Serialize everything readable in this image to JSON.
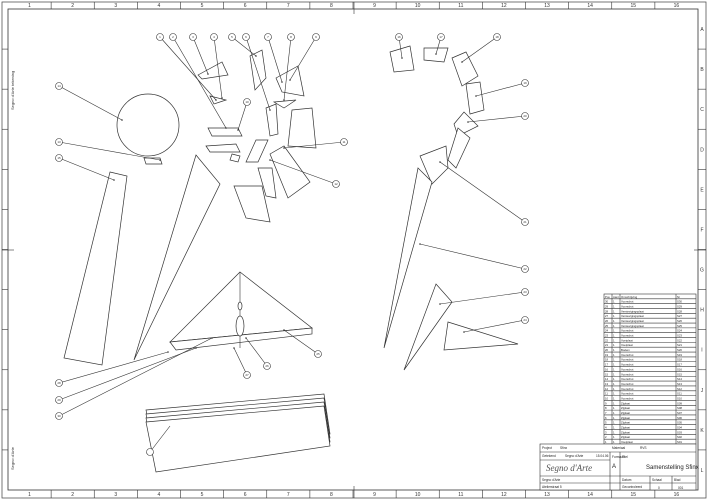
{
  "sheet": {
    "column_labels": [
      "1",
      "2",
      "3",
      "4",
      "5",
      "6",
      "7",
      "8",
      "9",
      "10",
      "11",
      "12",
      "13",
      "14",
      "15",
      "16"
    ],
    "row_labels": [
      "A",
      "B",
      "C",
      "D",
      "E",
      "F",
      "G",
      "H",
      "I",
      "J",
      "K",
      "L"
    ]
  },
  "title_block": {
    "logo_text": "Segno d'Arte",
    "drawing_title": "Samenstelling Sfinx",
    "format": "A",
    "scale": "0",
    "sheet_number": "001",
    "date": "15.04.06",
    "material": "RVS",
    "label_format": "Formaat",
    "label_scale": "Schaal",
    "label_title": "Titel",
    "label_sheet": "Blad",
    "label_date": "Datum",
    "label_drawn": "Getekend",
    "label_checked": "Gecontroleerd",
    "label_project": "Project",
    "label_material": "Materiaal",
    "project": "Sfinx",
    "drawn_by": "Segno d'Arte",
    "company_line1": "Segno d'Arte",
    "company_line2": "Atelierstraat 5"
  },
  "parts_list": {
    "header": [
      "Pos",
      "Aant",
      "Omschrijving",
      "Nr"
    ],
    "rows": [
      [
        "30",
        "1",
        "Voorschot",
        "S30"
      ],
      [
        "29",
        "1",
        "Voorschot",
        "S29"
      ],
      [
        "28",
        "1",
        "Verstevigingsplaat",
        "S28"
      ],
      [
        "27",
        "1",
        "Verstevigingsplaat",
        "S27"
      ],
      [
        "26",
        "1",
        "Verstevigingsplaat",
        "S26"
      ],
      [
        "25",
        "1",
        "Verstevigingsplaat",
        "S25"
      ],
      [
        "24",
        "1",
        "Voorschot",
        "S24"
      ],
      [
        "23",
        "1",
        "Voorschot",
        "S23"
      ],
      [
        "22",
        "1",
        "Voetplaat",
        "S22"
      ],
      [
        "21",
        "1",
        "Voetplaat",
        "S21"
      ],
      [
        "20",
        "1",
        "Bodem",
        "S20"
      ],
      [
        "19",
        "1",
        "Voorschot",
        "S19"
      ],
      [
        "18",
        "1",
        "Voorschot",
        "S18"
      ],
      [
        "17",
        "1",
        "Voorschot",
        "S17"
      ],
      [
        "16",
        "1",
        "Voorschot",
        "S16"
      ],
      [
        "15",
        "1",
        "Voorschot",
        "S15"
      ],
      [
        "14",
        "1",
        "Voorschot",
        "S14"
      ],
      [
        "13",
        "1",
        "Voorschot",
        "S13"
      ],
      [
        "12",
        "1",
        "Voorschot",
        "S12"
      ],
      [
        "11",
        "1",
        "Voorschot",
        "S11"
      ],
      [
        "10",
        "1",
        "Voorschot",
        "S10"
      ],
      [
        "9",
        "1",
        "Zijplaat",
        "S09"
      ],
      [
        "8",
        "1",
        "Zijplaat",
        "S08"
      ],
      [
        "7",
        "1",
        "Zijplaat",
        "S07"
      ],
      [
        "6",
        "1",
        "Zijplaat",
        "S06"
      ],
      [
        "5",
        "1",
        "Zijplaat",
        "S05"
      ],
      [
        "4",
        "1",
        "Zijplaat",
        "S04"
      ],
      [
        "3",
        "1",
        "Zijplaat",
        "S03"
      ],
      [
        "2",
        "1",
        "Zijplaat",
        "S02"
      ],
      [
        "1",
        "1",
        "Voetplaat",
        "S01"
      ]
    ]
  },
  "side_notes": {
    "left_strip": "Segno d'Arte tekening",
    "bottom_left": "Segno d'Arte"
  },
  "balloons": [
    "1",
    "2",
    "3",
    "4",
    "5",
    "6",
    "7",
    "8",
    "9",
    "10",
    "11",
    "12",
    "13",
    "14",
    "15",
    "16",
    "17",
    "18",
    "19",
    "20",
    "21",
    "22",
    "23",
    "24",
    "25",
    "26",
    "27",
    "28",
    "29",
    "30"
  ]
}
